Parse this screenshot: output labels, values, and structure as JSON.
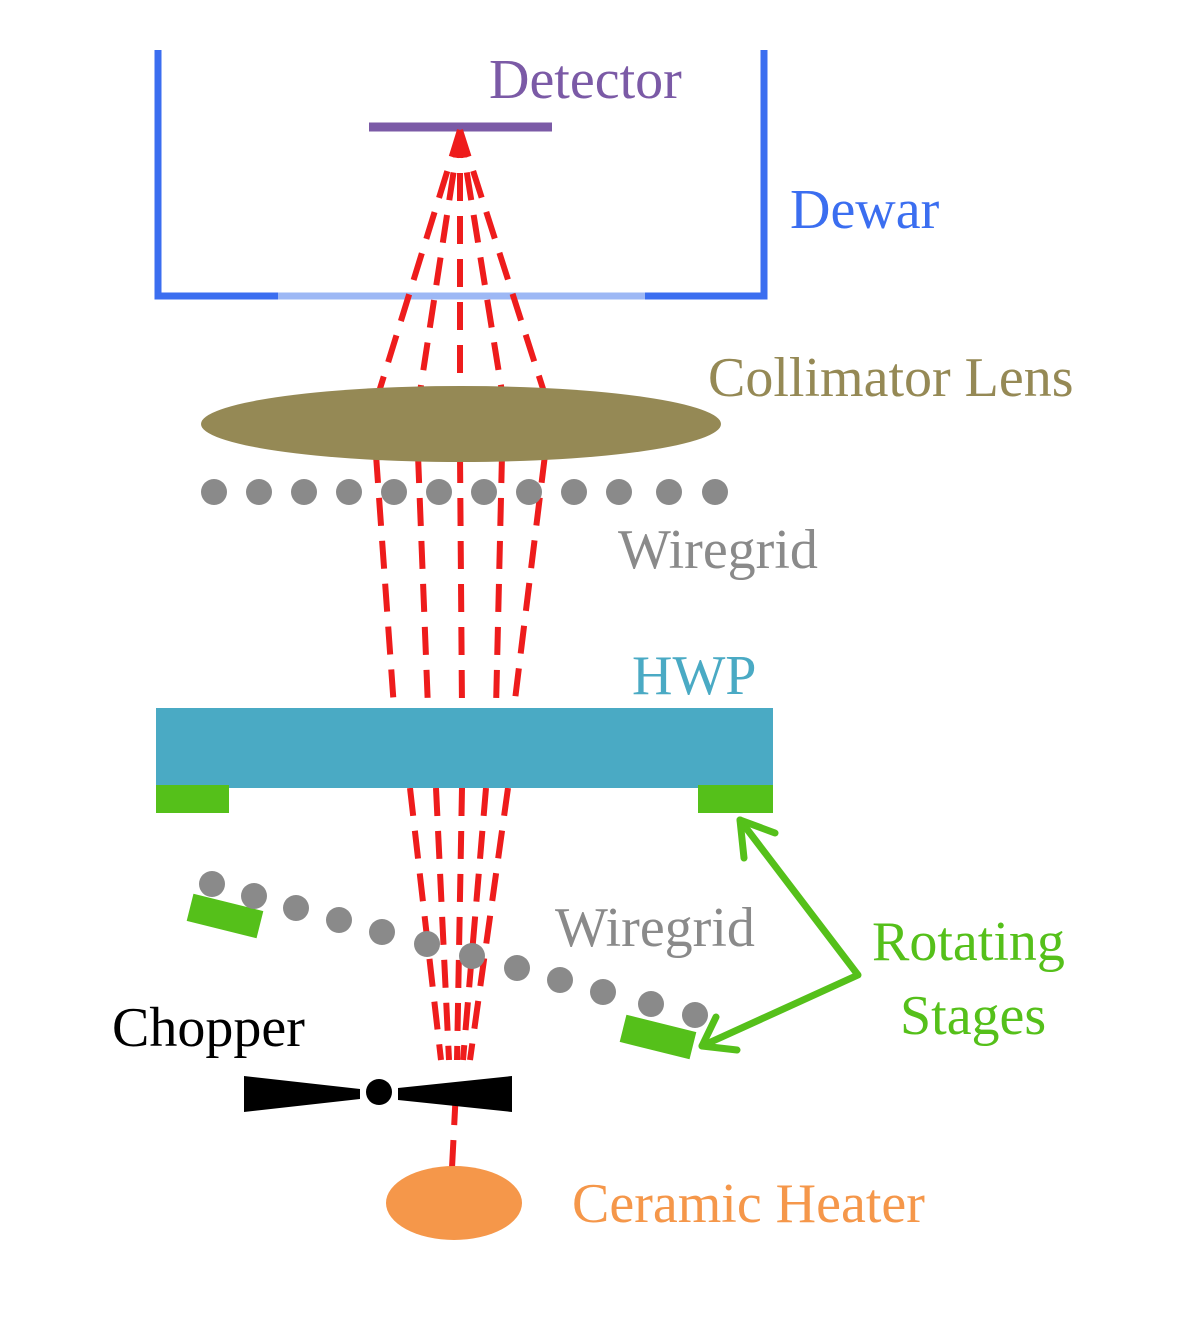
{
  "labels": {
    "detector": "Detector",
    "dewar": "Dewar",
    "collimator_lens": "Collimator Lens",
    "wiregrid_upper": "Wiregrid",
    "hwp": "HWP",
    "wiregrid_lower": "Wiregrid",
    "rotating_stages_line1": "Rotating",
    "rotating_stages_line2": "Stages",
    "chopper": "Chopper",
    "ceramic_heater": "Ceramic Heater"
  },
  "colors": {
    "detector": "#7b5aa6",
    "dewar": "#3b6ef0",
    "dewar_window": "#9db8f5",
    "beam": "#ee1c1c",
    "collimator_lens": "#958955",
    "wiregrid": "#8a8a8a",
    "hwp": "#4aaac4",
    "rotating_stages": "#55c01a",
    "chopper": "#000000",
    "ceramic_heater": "#f5974a",
    "text_default": "#000000"
  }
}
